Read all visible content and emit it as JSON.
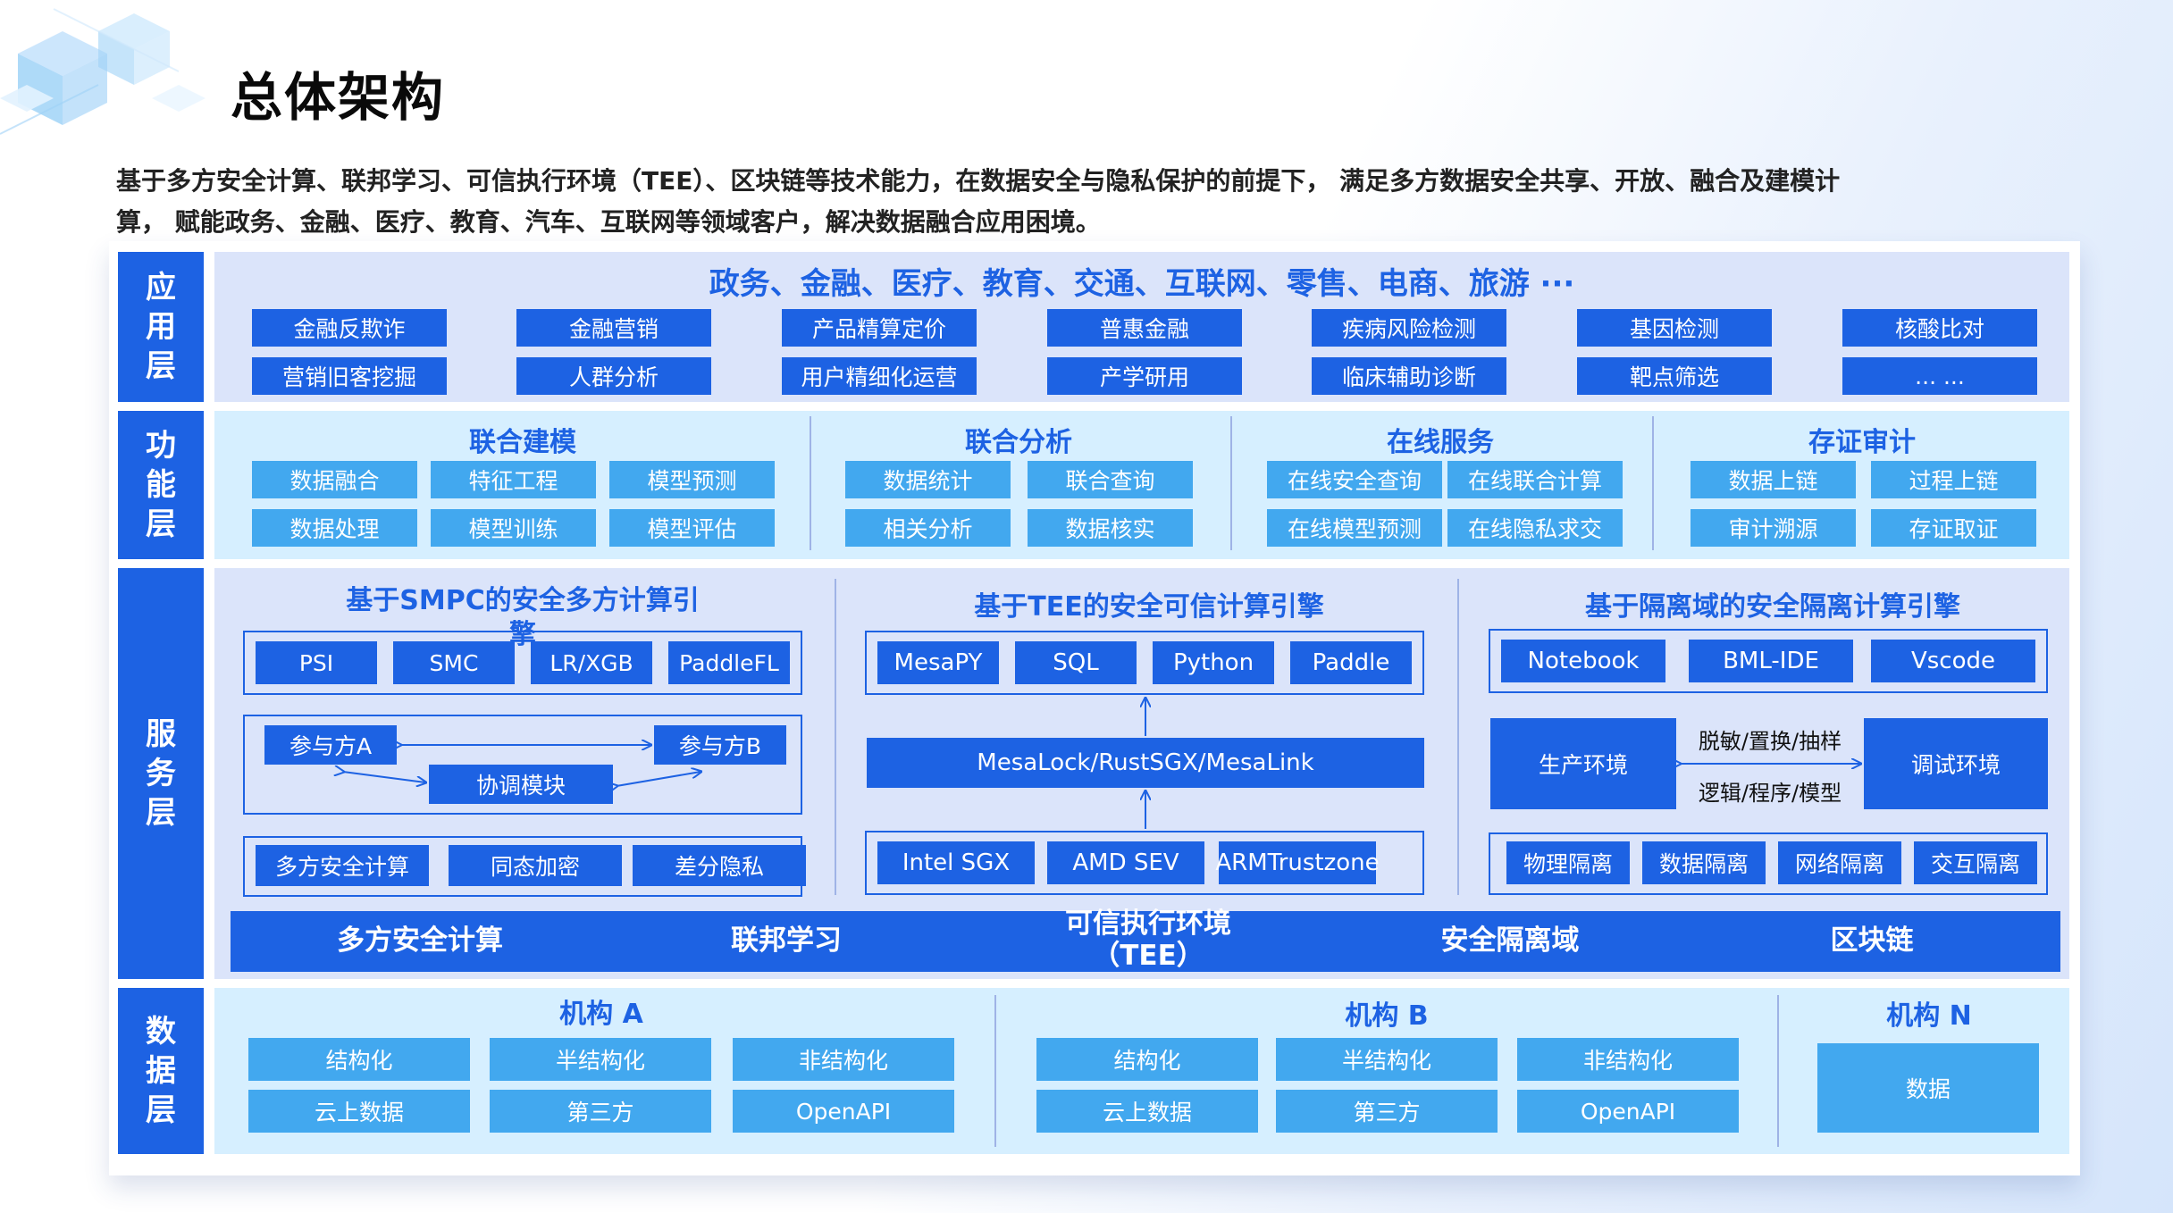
{
  "header": {
    "title": "总体架构",
    "intro_line1": "基于多方安全计算、联邦学习、可信执行环境（TEE）、区块链等技术能力，在数据安全与隐私保护的前提下， 满足多方数据安全共享、开放、融合及建模计",
    "intro_line2": "算， 赋能政务、金融、医疗、教育、汽车、互联网等领域客户，解决数据融合应用困境。"
  },
  "colors": {
    "primary_blue": "#1d62e3",
    "sky_blue": "#42a8ef",
    "panel_light": "#dbe4fa",
    "panel_cyan": "#d6efff"
  },
  "layers": {
    "app": "应用层",
    "func": "功能层",
    "service": "服务层",
    "data": "数据层"
  },
  "app_layer": {
    "heading": "政务、金融、医疗、教育、交通、互联网、零售、电商、旅游 ···",
    "row1": [
      "金融反欺诈",
      "金融营销",
      "产品精算定价",
      "普惠金融",
      "疾病风险检测",
      "基因检测",
      "核酸比对"
    ],
    "row2": [
      "营销旧客挖掘",
      "人群分析",
      "用户精细化运营",
      "产学研用",
      "临床辅助诊断",
      "靶点筛选",
      "... ..."
    ]
  },
  "func_layer": {
    "groups": [
      {
        "title": "联合建模",
        "row1": [
          "数据融合",
          "特征工程",
          "模型预测"
        ],
        "row2": [
          "数据处理",
          "模型训练",
          "模型评估"
        ]
      },
      {
        "title": "联合分析",
        "row1": [
          "数据统计",
          "联合查询"
        ],
        "row2": [
          "相关分析",
          "数据核实"
        ]
      },
      {
        "title": "在线服务",
        "row1": [
          "在线安全查询",
          "在线联合计算"
        ],
        "row2": [
          "在线模型预测",
          "在线隐私求交"
        ]
      },
      {
        "title": "存证审计",
        "row1": [
          "数据上链",
          "过程上链"
        ],
        "row2": [
          "审计溯源",
          "存证取证"
        ]
      }
    ]
  },
  "service_layer": {
    "smpc": {
      "title_line1": "基于SMPC的安全多方计算引",
      "title_line2": "擎",
      "top": [
        "PSI",
        "SMC",
        "LR/XGB",
        "PaddleFL"
      ],
      "party_a": "参与方A",
      "party_b": "参与方B",
      "coordinator": "协调模块",
      "bottom": [
        "多方安全计算",
        "同态加密",
        "差分隐私"
      ]
    },
    "tee": {
      "title": "基于TEE的安全可信计算引擎",
      "top": [
        "MesaPY",
        "SQL",
        "Python",
        "Paddle"
      ],
      "middle": "MesaLock/RustSGX/MesaLink",
      "bottom": [
        "Intel SGX",
        "AMD SEV",
        "ARMTrustzone"
      ]
    },
    "isolation": {
      "title": "基于隔离域的安全隔离计算引擎",
      "top": [
        "Notebook",
        "BML-IDE",
        "Vscode"
      ],
      "production_env": "生产环境",
      "debug_env": "调试环境",
      "flow_top": "脱敏/置换/抽样",
      "flow_bottom": "逻辑/程序/模型",
      "bottom": [
        "物理隔离",
        "数据隔离",
        "网络隔离",
        "交互隔离"
      ]
    },
    "foundation": {
      "mpc": "多方安全计算",
      "fl": "联邦学习",
      "tee_line1": "可信执行环境",
      "tee_line2": "（TEE）",
      "isolation": "安全隔离域",
      "blockchain": "区块链"
    }
  },
  "data_layer": {
    "org_a": {
      "title": "机构 A",
      "row1": [
        "结构化",
        "半结构化",
        "非结构化"
      ],
      "row2": [
        "云上数据",
        "第三方",
        "OpenAPI"
      ]
    },
    "org_b": {
      "title": "机构 B",
      "row1": [
        "结构化",
        "半结构化",
        "非结构化"
      ],
      "row2": [
        "云上数据",
        "第三方",
        "OpenAPI"
      ]
    },
    "org_n": {
      "title": "机构 N",
      "data": "数据"
    }
  }
}
